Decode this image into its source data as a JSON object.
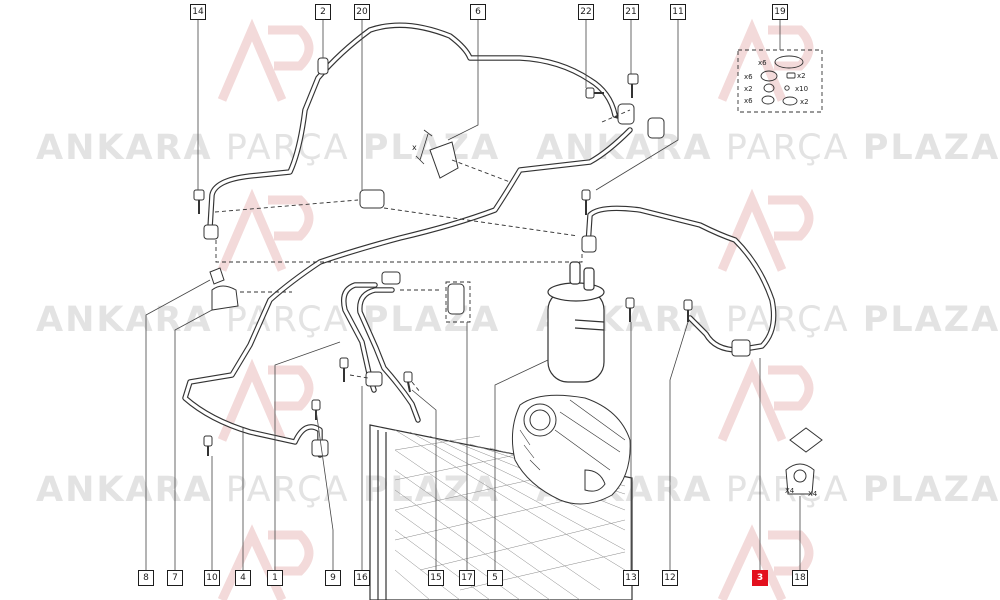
{
  "watermark": {
    "brand_bold_1": "ANKARA",
    "brand_light": "PARÇA",
    "brand_bold_2": "PLAZA",
    "logo_icon": "ap-logo-icon"
  },
  "callouts": {
    "c14": "14",
    "c2": "2",
    "c20": "20",
    "c6": "6",
    "c22": "22",
    "c21": "21",
    "c11": "11",
    "c19": "19",
    "c8": "8",
    "c7": "7",
    "c10": "10",
    "c4": "4",
    "c1": "1",
    "c9": "9",
    "c16": "16",
    "c15": "15",
    "c17": "17",
    "c5": "5",
    "c13": "13",
    "c12": "12",
    "c3": "3",
    "c18": "18"
  },
  "highlight": {
    "part": "3",
    "color": "#e3101e"
  },
  "seal_kit": {
    "q1": "x6",
    "q2": "x6",
    "q3": "x2",
    "q4": "x2",
    "q5": "x10",
    "q6": "x6",
    "q7": "x2"
  },
  "cap_kit": {
    "q1": "X4",
    "q2": "X4"
  },
  "dimension_label": "x"
}
